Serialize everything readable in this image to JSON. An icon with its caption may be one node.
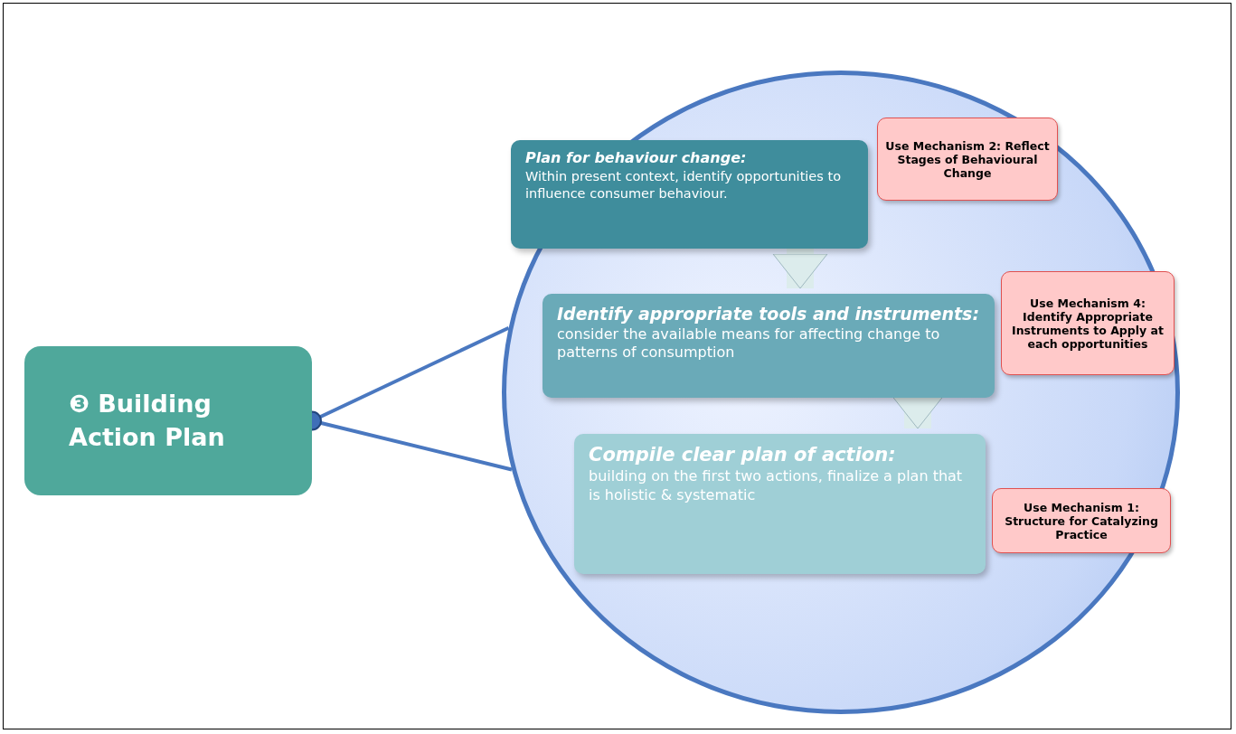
{
  "diagram": {
    "nodes": [
      {
        "text": [
          "❸ Building Action Plan"
        ]
      },
      {
        "text": [],
        "shape": "circle"
      },
      {
        "text": [
          "Plan for behaviour change:",
          "Within present context, identify opportunities to influence consumer behaviour."
        ],
        "in": 1
      },
      {
        "text": [
          "Use Mechanism 2: Reflect Stages of Behavioural Change"
        ],
        "in": 1
      },
      {
        "text": [
          "Identify appropriate tools and instruments:",
          "consider the available means for affecting change to patterns of consumption"
        ],
        "in": 1
      },
      {
        "text": [
          "Use Mechanism 4: Identify Appropriate Instruments to Apply at each opportunities"
        ],
        "in": 1
      },
      {
        "text": [
          "Compile clear plan of action:",
          "building on the first two actions, finalize a plan that is holistic & systematic"
        ],
        "in": 1
      },
      {
        "text": [
          "Use Mechanism 1: Structure for Catalyzing Practice"
        ],
        "in": 1
      }
    ],
    "edges": [
      {
        "from": 0,
        "to": 1,
        "arrow": "none"
      },
      {
        "from": 0,
        "to": 1,
        "arrow": "none"
      },
      {
        "from": 2,
        "to": 4,
        "arrow": "to",
        "style": "thick",
        "color": "#dcecec"
      },
      {
        "from": 4,
        "to": 6,
        "arrow": "to",
        "style": "thick",
        "color": "#dcecec"
      }
    ]
  }
}
